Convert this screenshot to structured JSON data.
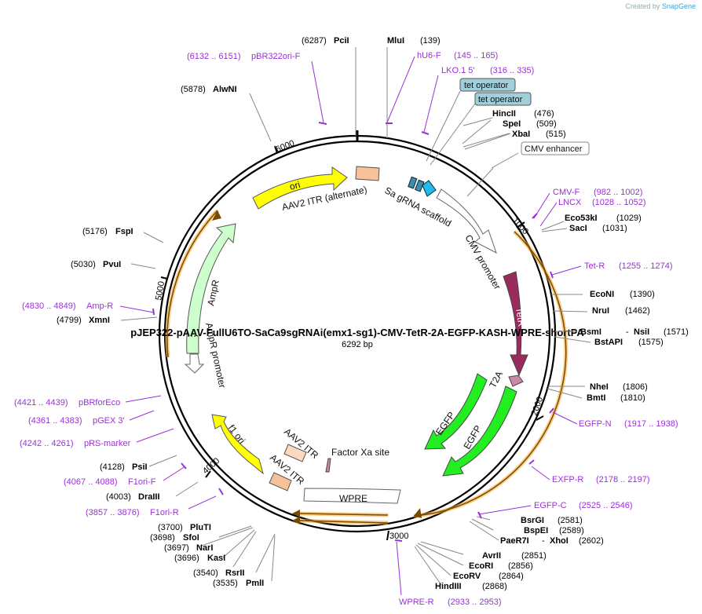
{
  "watermark": {
    "prefix": "Created by",
    "brand": "SnapGene"
  },
  "title": "pJEP322-pAAV-FullU6TO-SaCa9sgRNAi(emx1-sg1)-CMV-TetR-2A-EGFP-KASH-WPRE-shortPA",
  "length": "6292 bp",
  "ticks": [
    "1000",
    "2000",
    "3000",
    "4000",
    "5000",
    "6000"
  ],
  "sites": {
    "pcii": {
      "name": "PciI",
      "pos": "(6287)"
    },
    "mlui": {
      "name": "MluI",
      "pos": "(139)"
    },
    "alwni": {
      "name": "AlwNI",
      "pos": "(5878)"
    },
    "hincii": {
      "name": "HincII",
      "pos": "(476)"
    },
    "spei": {
      "name": "SpeI",
      "pos": "(509)"
    },
    "xbai": {
      "name": "XbaI",
      "pos": "(515)"
    },
    "eco53ki": {
      "name": "Eco53kI",
      "pos": "(1029)"
    },
    "saci": {
      "name": "SacI",
      "pos": "(1031)"
    },
    "fspi": {
      "name": "FspI",
      "pos": "(5176)"
    },
    "pvui": {
      "name": "PvuI",
      "pos": "(5030)"
    },
    "econi": {
      "name": "EcoNI",
      "pos": "(1390)"
    },
    "nrui": {
      "name": "NruI",
      "pos": "(1462)"
    },
    "bsmi": {
      "name": "BsmI",
      "sep": "-",
      "name2": "NsiI",
      "pos": "(1571)"
    },
    "bstapi": {
      "name": "BstAPI",
      "pos": "(1575)"
    },
    "xmni": {
      "name": "XmnI",
      "pos": "(4799)"
    },
    "nhei": {
      "name": "NheI",
      "pos": "(1806)"
    },
    "bmti": {
      "name": "BmtI",
      "pos": "(1810)"
    },
    "psii": {
      "name": "PsiI",
      "pos": "(4128)"
    },
    "draiii": {
      "name": "DraIII",
      "pos": "(4003)"
    },
    "bsrgi": {
      "name": "BsrGI",
      "pos": "(2581)"
    },
    "bspei": {
      "name": "BspEI",
      "pos": "(2589)"
    },
    "paer7i": {
      "name": "PaeR7I",
      "sep": "-",
      "name2": "XhoI",
      "pos": "(2602)"
    },
    "plutI": {
      "name": "PluTI",
      "pos": "(3700)"
    },
    "sfoi": {
      "name": "SfoI",
      "pos": "(3698)"
    },
    "nari": {
      "name": "NarI",
      "pos": "(3697)"
    },
    "kasi": {
      "name": "KasI",
      "pos": "(3696)"
    },
    "avrii": {
      "name": "AvrII",
      "pos": "(2851)"
    },
    "ecori": {
      "name": "EcoRI",
      "pos": "(2856)"
    },
    "ecorv": {
      "name": "EcoRV",
      "pos": "(2864)"
    },
    "hindiii": {
      "name": "HindIII",
      "pos": "(2868)"
    },
    "rsrii": {
      "name": "RsrII",
      "pos": "(3540)"
    },
    "pmli": {
      "name": "PmlI",
      "pos": "(3535)"
    }
  },
  "primers": {
    "pbr322ori": {
      "range": "(6132 .. 6151)",
      "name": "pBR322ori-F"
    },
    "hu6": {
      "name": "hU6-F",
      "range": "(145 .. 165)"
    },
    "lko": {
      "name": "LKO.1 5'",
      "range": "(316 .. 335)"
    },
    "cmvf": {
      "name": "CMV-F",
      "range": "(982 .. 1002)"
    },
    "lncx": {
      "name": "LNCX",
      "range": "(1028 .. 1052)"
    },
    "tetr": {
      "name": "Tet-R",
      "range": "(1255 .. 1274)"
    },
    "ampr": {
      "range": "(4830 .. 4849)",
      "name": "Amp-R"
    },
    "egfpn": {
      "name": "EGFP-N",
      "range": "(1917 .. 1938)"
    },
    "pbrforeco": {
      "range": "(4421 .. 4439)",
      "name": "pBRforEco"
    },
    "pgex3": {
      "range": "(4361 .. 4383)",
      "name": "pGEX 3'"
    },
    "prsmarker": {
      "range": "(4242 .. 4261)",
      "name": "pRS-marker"
    },
    "exfpr": {
      "name": "EXFP-R",
      "range": "(2178 .. 2197)"
    },
    "f1orif": {
      "range": "(4067 .. 4088)",
      "name": "F1ori-F"
    },
    "egfpc": {
      "name": "EGFP-C",
      "range": "(2525 .. 2546)"
    },
    "f1orir": {
      "range": "(3857 .. 3876)",
      "name": "F1ori-R"
    },
    "wprer": {
      "name": "WPRE-R",
      "range": "(2933 .. 2953)"
    }
  },
  "boxes": {
    "tetop1": "tet operator",
    "tetop2": "tet operator",
    "cmvenh": "CMV enhancer"
  },
  "features": {
    "ori": "ori",
    "aav2itr_alt": "AAV2 ITR (alternate)",
    "sa_scaffold": "Sa gRNA scaffold",
    "cmv_promoter": "CMV promoter",
    "tetr": "TetR",
    "t2a": "T2A",
    "egfp1": "EGFP",
    "egfp2": "EGFP",
    "ampr": "AmpR",
    "ampr_promoter": "AmpR promoter",
    "f1ori": "f1 ori",
    "aav2itr1": "AAV2 ITR",
    "aav2itr2": "AAV2 ITR",
    "factorxa": "Factor Xa site",
    "wpre": "WPRE"
  },
  "colors": {
    "primer": "#9b30d9",
    "ori": "#ffff00",
    "ampr": "#ccffcc",
    "egfp": "#22ee22",
    "tetr": "#9b2a5e",
    "itr": "#f7c19a",
    "orange_track": "#f5a623",
    "box": "#9fcfdb"
  }
}
